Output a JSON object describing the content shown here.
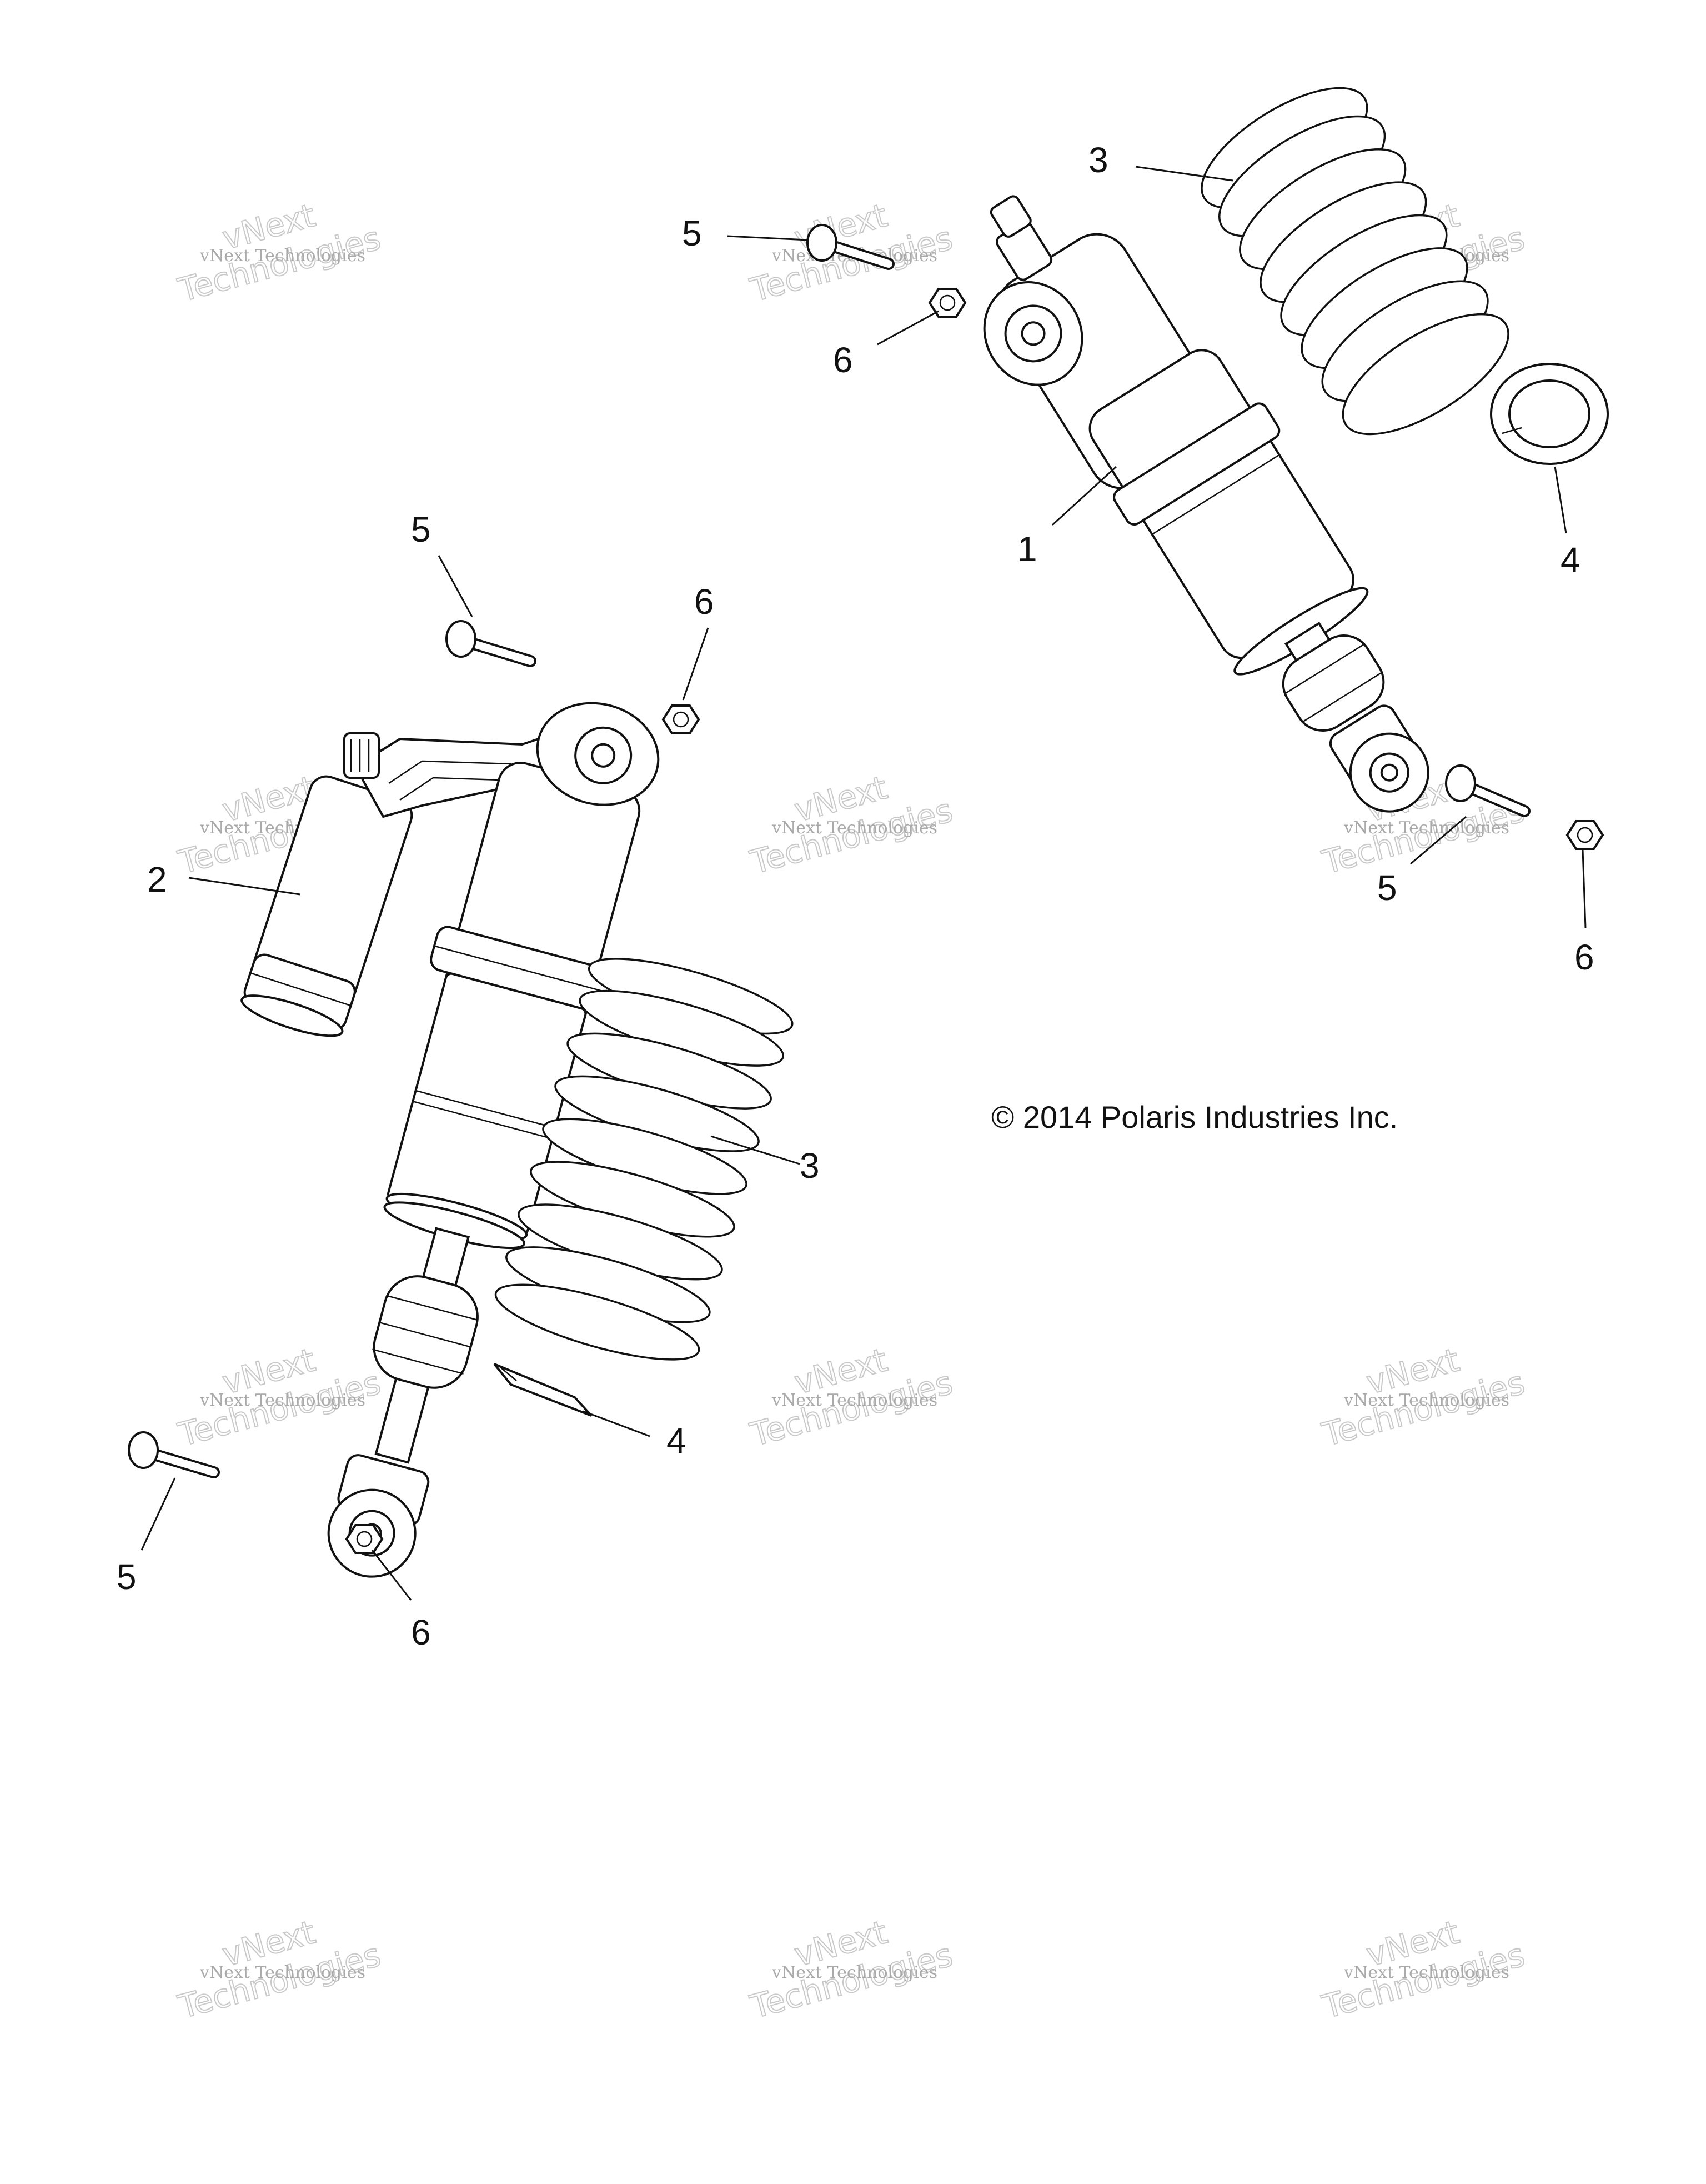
{
  "copyright": "© 2014 Polaris Industries Inc.",
  "watermark": {
    "line1": "vNext Technologies",
    "line2": "vNext",
    "line3": "Technologies"
  },
  "callouts": {
    "c1": "1",
    "c2": "2",
    "c3a": "3",
    "c3b": "3",
    "c4a": "4",
    "c4b": "4",
    "c5a": "5",
    "c5b": "5",
    "c5c": "5",
    "c5d": "5",
    "c6a": "6",
    "c6b": "6",
    "c6c": "6",
    "c6d": "6"
  }
}
